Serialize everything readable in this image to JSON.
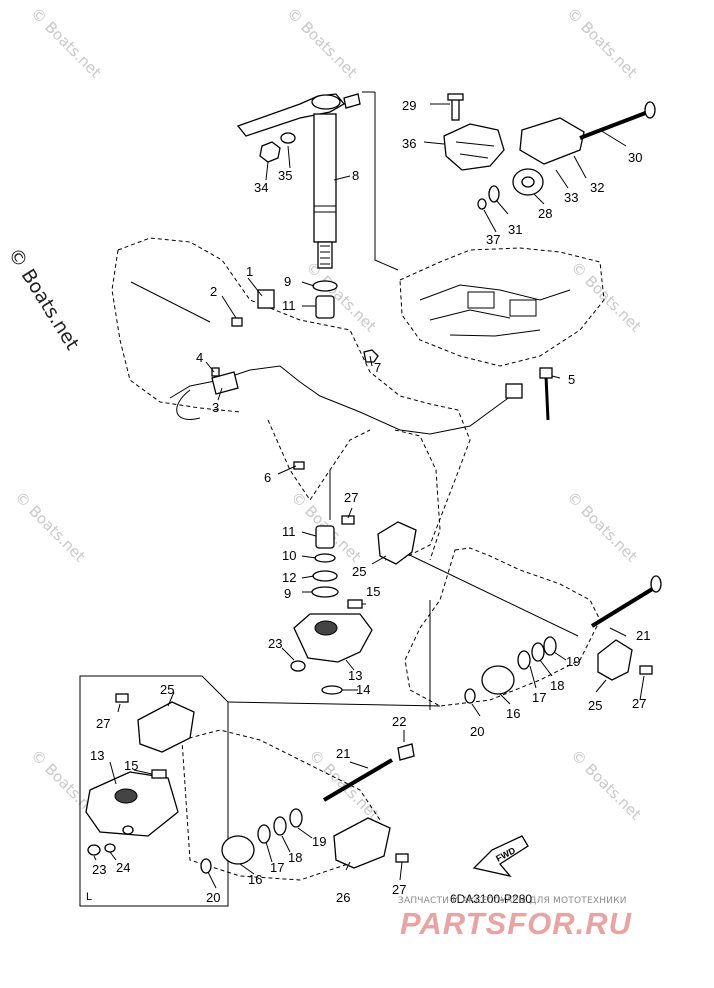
{
  "watermarks": {
    "small": "© Boats.net",
    "large": "© Boats.net"
  },
  "diagram": {
    "code": "6DA3100-P280",
    "fwd_label": "FWD",
    "inset_label": "L",
    "shop_caption": "ЗАПЧАСТИ И АКСЕССУАРЫ ДЛЯ МОТОТЕХНИКИ",
    "shop_brand": "PARTSFOR.RU"
  },
  "callouts": [
    {
      "id": "c1",
      "text": "1"
    },
    {
      "id": "c2",
      "text": "2"
    },
    {
      "id": "c3",
      "text": "3"
    },
    {
      "id": "c4",
      "text": "4"
    },
    {
      "id": "c5",
      "text": "5"
    },
    {
      "id": "c6",
      "text": "6"
    },
    {
      "id": "c7",
      "text": "7"
    },
    {
      "id": "c8",
      "text": "8"
    },
    {
      "id": "c9a",
      "text": "9"
    },
    {
      "id": "c11a",
      "text": "11"
    },
    {
      "id": "c11b",
      "text": "11"
    },
    {
      "id": "c10",
      "text": "10"
    },
    {
      "id": "c12",
      "text": "12"
    },
    {
      "id": "c9b",
      "text": "9"
    },
    {
      "id": "c13",
      "text": "13"
    },
    {
      "id": "c14",
      "text": "14"
    },
    {
      "id": "c15",
      "text": "15"
    },
    {
      "id": "c16",
      "text": "16"
    },
    {
      "id": "c17",
      "text": "17"
    },
    {
      "id": "c18",
      "text": "18"
    },
    {
      "id": "c19",
      "text": "19"
    },
    {
      "id": "c20",
      "text": "20"
    },
    {
      "id": "c21",
      "text": "21"
    },
    {
      "id": "c23",
      "text": "23"
    },
    {
      "id": "c25a",
      "text": "25"
    },
    {
      "id": "c25b",
      "text": "25"
    },
    {
      "id": "c27a",
      "text": "27"
    },
    {
      "id": "c27b",
      "text": "27"
    },
    {
      "id": "c28",
      "text": "28"
    },
    {
      "id": "c29",
      "text": "29"
    },
    {
      "id": "c30",
      "text": "30"
    },
    {
      "id": "c31",
      "text": "31"
    },
    {
      "id": "c32",
      "text": "32"
    },
    {
      "id": "c33",
      "text": "33"
    },
    {
      "id": "c34",
      "text": "34"
    },
    {
      "id": "c35",
      "text": "35"
    },
    {
      "id": "c36",
      "text": "36"
    },
    {
      "id": "c37",
      "text": "37"
    },
    {
      "id": "i25",
      "text": "25"
    },
    {
      "id": "i27a",
      "text": "27"
    },
    {
      "id": "i13",
      "text": "13"
    },
    {
      "id": "i15",
      "text": "15"
    },
    {
      "id": "i23",
      "text": "23"
    },
    {
      "id": "i24",
      "text": "24"
    },
    {
      "id": "i22",
      "text": "22"
    },
    {
      "id": "i21",
      "text": "21"
    },
    {
      "id": "i19",
      "text": "19"
    },
    {
      "id": "i18",
      "text": "18"
    },
    {
      "id": "i17",
      "text": "17"
    },
    {
      "id": "i16",
      "text": "16"
    },
    {
      "id": "i20",
      "text": "20"
    },
    {
      "id": "i26",
      "text": "26"
    },
    {
      "id": "i27b",
      "text": "27"
    }
  ]
}
